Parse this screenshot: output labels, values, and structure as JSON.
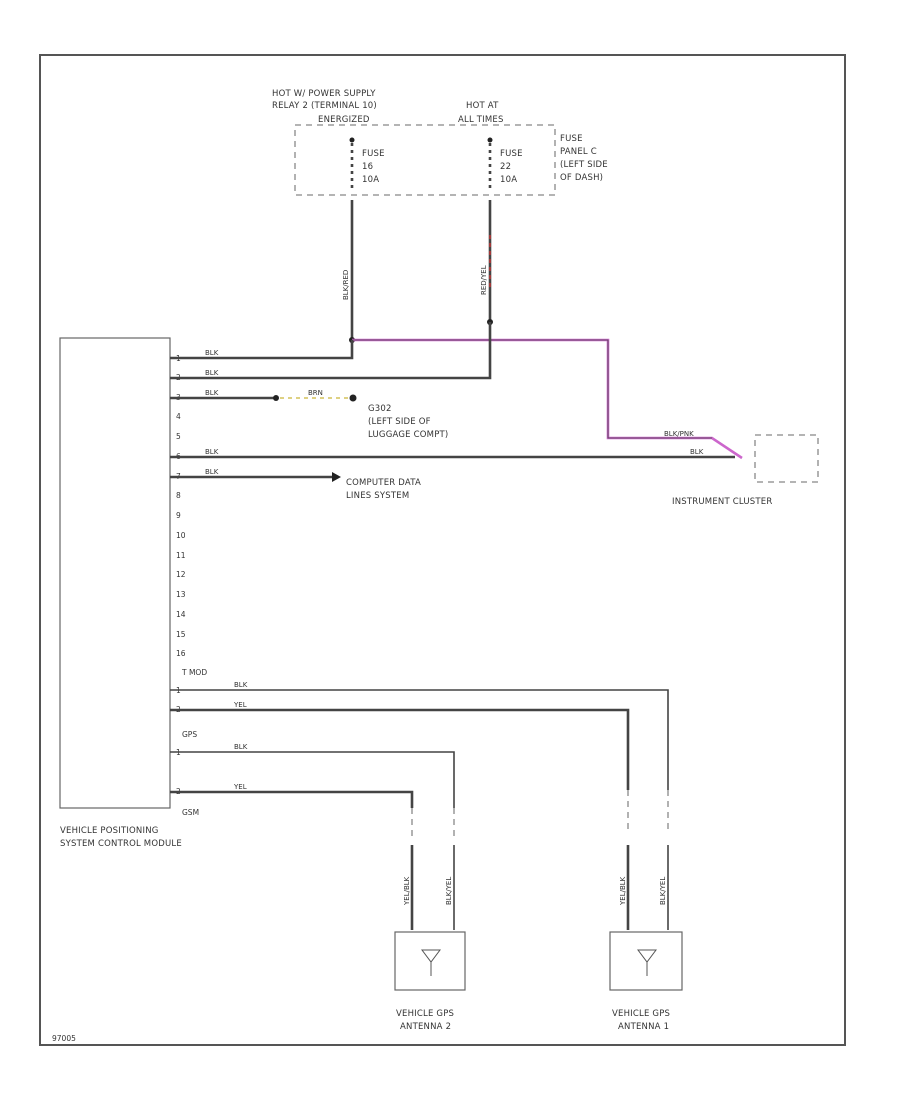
{
  "colors": {
    "wire": "#444444",
    "pink": "#cc66cc",
    "red": "#cc3333",
    "yellow": "#d4c25a"
  },
  "top": {
    "hot_label_1": "HOT W/ POWER SUPPLY",
    "hot_label_2": "RELAY 2 (TERMINAL 10)",
    "hot_label_3": "ENERGIZED",
    "hot_at_1": "HOT AT",
    "hot_at_2": "ALL TIMES",
    "fuse1": {
      "line1": "FUSE",
      "line2": "16",
      "line3": "10A"
    },
    "fuse2": {
      "line1": "FUSE",
      "line2": "22",
      "line3": "10A"
    },
    "panel_1": "FUSE",
    "panel_2": "PANEL C",
    "panel_3": "(LEFT SIDE",
    "panel_4": "OF DASH)",
    "wire_blk_red": "BLK/RED",
    "wire_red_yel": "RED/YEL"
  },
  "module": {
    "name_1": "VEHICLE POSITIONING",
    "name_2": "SYSTEM CONTROL MODULE",
    "pins": [
      "1",
      "2",
      "3",
      "4",
      "5",
      "6",
      "7",
      "8",
      "9",
      "10",
      "11",
      "12",
      "13",
      "14",
      "15",
      "16"
    ],
    "tmod": "T MOD",
    "tmod_pins": [
      "1",
      "2"
    ],
    "gps": "GPS",
    "gps_pins": [
      "1",
      "2"
    ],
    "gsm": "GSM"
  },
  "wires": {
    "blk1": "BLK",
    "blk2": "BLK",
    "blk3": "BLK",
    "blk4": "BLK",
    "blk5": "BLK",
    "brn": "BRN",
    "blk_tmod": "BLK",
    "yel_tmod": "YEL",
    "blk_gps": "BLK",
    "yel_gps": "YEL",
    "pnk_wht": "BLK/PNK",
    "blk_ic": "BLK"
  },
  "labels": {
    "g302_1": "G302",
    "g302_2": "(LEFT SIDE OF",
    "g302_3": "LUGGAGE COMPT)",
    "cdl_1": "COMPUTER DATA",
    "cdl_2": "LINES SYSTEM",
    "ic": "INSTRUMENT CLUSTER",
    "ant2_1": "VEHICLE GPS",
    "ant2_2": "ANTENNA 2",
    "ant1_1": "VEHICLE GPS",
    "ant1_2": "ANTENNA 1",
    "code": "97005",
    "ant_wire_a": "YEL/BLK",
    "ant_wire_b": "BLK/YEL",
    "ant_wire_c": "YEL/BLK",
    "ant_wire_d": "BLK/YEL"
  }
}
